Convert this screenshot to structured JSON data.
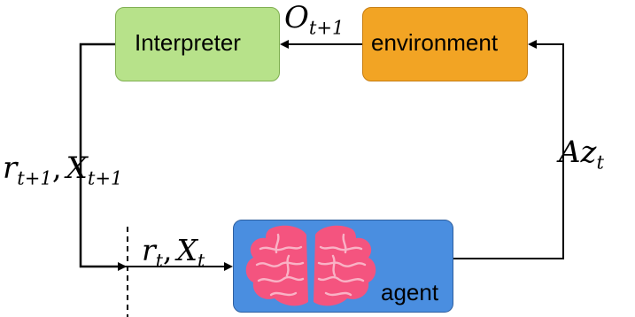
{
  "nodes": {
    "interpreter": "Interpreter",
    "environment": "environment",
    "agent": "agent"
  },
  "edges": {
    "observation": {
      "symbol": "O",
      "subscript": "t+1"
    },
    "action": {
      "symbol": "Az",
      "subscript": "t"
    },
    "next_reward": {
      "r": "r",
      "r_sub": "t+1",
      "sep": ",",
      "x": "X",
      "x_sub": "t+1"
    },
    "current_reward": {
      "r": "r",
      "r_sub": "t",
      "sep": ",",
      "x": "X",
      "x_sub": "t"
    }
  },
  "colors": {
    "interpreter_fill": "#b7e28a",
    "environment_fill": "#f2a424",
    "agent_fill": "#4a8ee0",
    "brain_fill": "#f4547f",
    "brain_stroke": "#f9b3c6"
  }
}
